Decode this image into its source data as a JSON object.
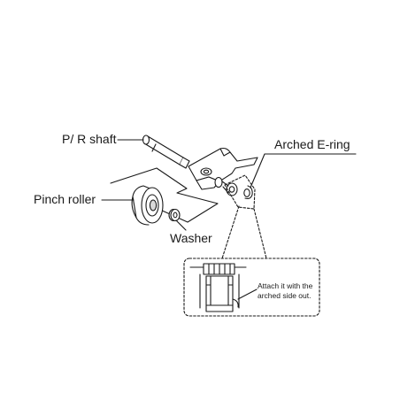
{
  "labels": {
    "pr_shaft": "P/ R shaft",
    "arched_ering": "Arched E-ring",
    "pinch_roller": "Pinch roller",
    "washer": "Washer"
  },
  "detail_note": {
    "line1": "Attach it with the",
    "line2": "arched side out."
  },
  "colors": {
    "line": "#1a1a1a",
    "fill": "#ffffff",
    "shade": "#d9d9d9"
  }
}
